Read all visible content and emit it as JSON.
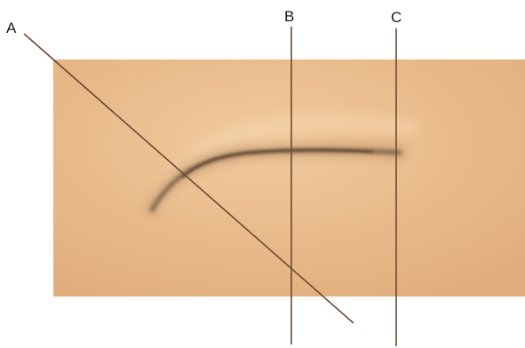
{
  "figure": {
    "labels": {
      "a": "A",
      "b": "B",
      "c": "C"
    },
    "colors": {
      "background": "#ffffff",
      "block": "#e8b988",
      "block_highlight": "#f0c99d",
      "fold_shadow": "#8a6a4a",
      "fold_dark": "#5b4330",
      "cut_line": "#6b4a33"
    }
  }
}
